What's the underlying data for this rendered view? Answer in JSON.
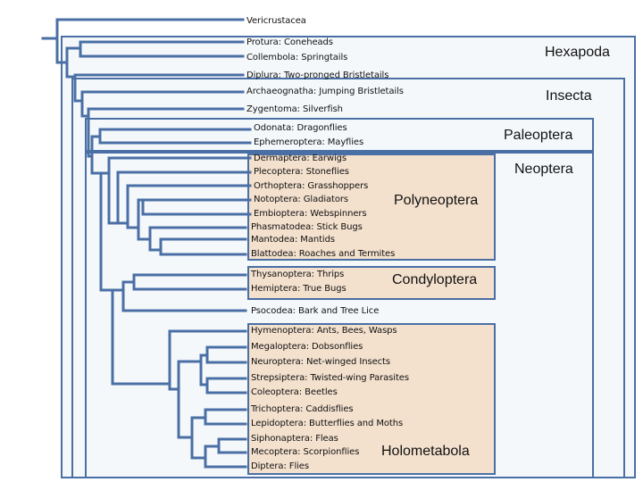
{
  "clades": {
    "hexapoda": "Hexapoda",
    "insecta": "Insecta",
    "paleoptera": "Paleoptera",
    "neoptera": "Neoptera",
    "polyneoptera": "Polyneoptera",
    "condyloptera": "Condyloptera",
    "holometabola": "Holometabola"
  },
  "taxa": [
    "Vericrustacea",
    "Protura: Coneheads",
    "Collembola: Springtails",
    "Diplura: Two-pronged Bristletails",
    "Archaeognatha: Jumping Bristletails",
    "Zygentoma: Silverfish",
    "Odonata: Dragonflies",
    "Ephemeroptera: Mayflies",
    "Dermaptera: Earwigs",
    "Plecoptera: Stoneflies",
    "Orthoptera: Grasshoppers",
    "Notoptera: Gladiators",
    "Embioptera: Webspinners",
    "Phasmatodea: Stick Bugs",
    "Mantodea: Mantids",
    "Blattodea: Roaches and Termites",
    "Thysanoptera: Thrips",
    "Hemiptera: True Bugs",
    "Psocodea: Bark and Tree Lice",
    "Hymenoptera: Ants, Bees, Wasps",
    "Megaloptera: Dobsonflies",
    "Neuroptera: Net-winged Insects",
    "Strepsiptera: Twisted-wing Parasites",
    "Coleoptera: Beetles",
    "Trichoptera: Caddisflies",
    "Lepidoptera: Butterflies and Moths",
    "Siphonaptera: Fleas",
    "Mecoptera: Scorpionflies",
    "Diptera: Flies"
  ],
  "colors": {
    "line": "#4a6fa5",
    "box_fill": "#f3f6fa",
    "polyneoptera_fill": "#f3e0cd",
    "holometabola_fill": "#f3e0cd"
  }
}
